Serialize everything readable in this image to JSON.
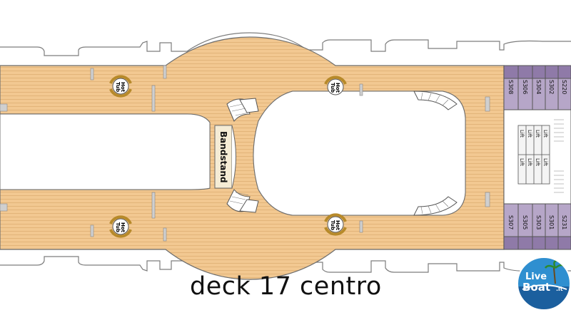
{
  "title": "deck 17 centro",
  "bandstand_label": "Bandstand",
  "hot_tub_label": [
    "Hot",
    "Tub"
  ],
  "lift_label": "Lift",
  "cabins_top": [
    "S308",
    "S306",
    "S304",
    "S302",
    "S220"
  ],
  "cabins_bottom": [
    "S307",
    "S305",
    "S303",
    "S301",
    "S231"
  ],
  "logo_text": [
    "Live",
    "Boat",
    ".it"
  ],
  "colors": {
    "deck": "#f2c891",
    "deck_line": "#d9a566",
    "cabin": "#b6a6c8",
    "outline": "#555555",
    "hull": "#8a8a8a"
  }
}
